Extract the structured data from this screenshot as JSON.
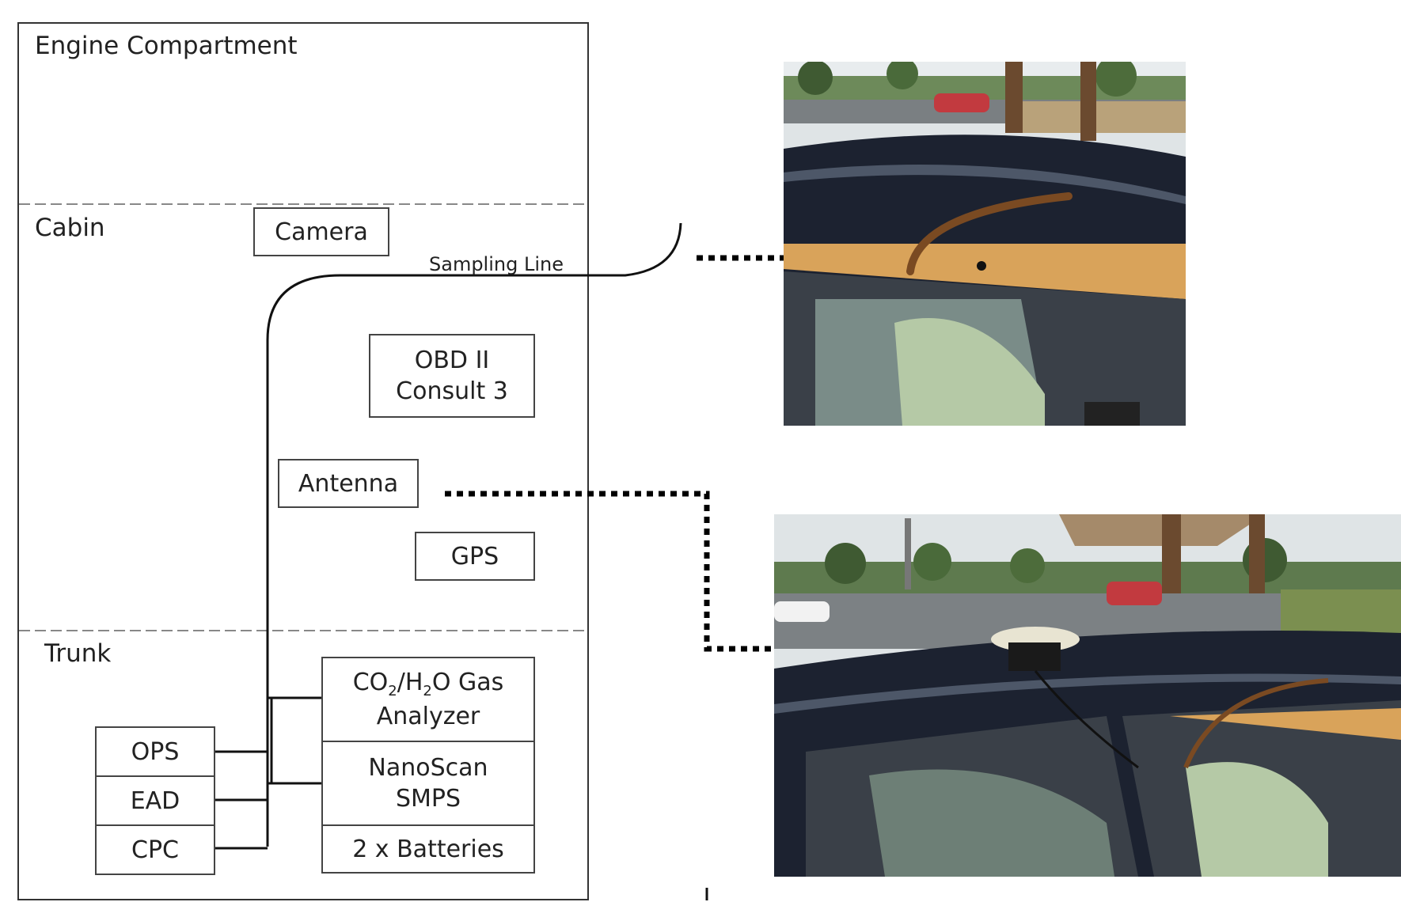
{
  "zones": {
    "engine": "Engine Compartment",
    "cabin": "Cabin",
    "trunk": "Trunk"
  },
  "components": {
    "camera": "Camera",
    "obd_line1": "OBD II",
    "obd_line2": "Consult 3",
    "antenna": "Antenna",
    "gps": "GPS",
    "gas_analyzer_pre": "CO",
    "gas_analyzer_sub1": "2",
    "gas_analyzer_mid": "/H",
    "gas_analyzer_sub2": "2",
    "gas_analyzer_post": "O Gas",
    "gas_analyzer_line2": "Analyzer",
    "nanoscan_line1": "NanoScan",
    "nanoscan_line2": "SMPS",
    "batteries": "2 x Batteries",
    "ops": "OPS",
    "ead": "EAD",
    "cpc": "CPC"
  },
  "sampling_line_label": "Sampling Line",
  "colors": {
    "line": "#111111",
    "wood": "#d9a35a",
    "car_body": "#1c2230",
    "sky": "#dfe4e6"
  }
}
